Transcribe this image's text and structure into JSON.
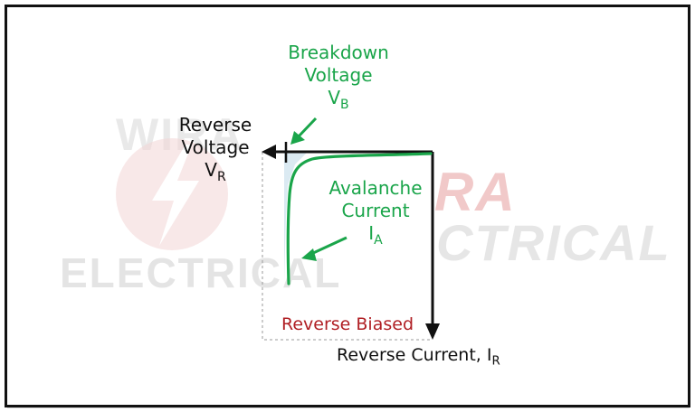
{
  "colors": {
    "curve": "#1aa54a",
    "axes": "#111111",
    "region_label": "#b01f24",
    "shade": "#cfe3ee",
    "watermark": "#e6e6e6"
  },
  "watermark": {
    "line1_left": "WIRA",
    "line1_right": "RA",
    "line2_left": "ELECTRICAL",
    "line2_right": "CTRICAL"
  },
  "labels": {
    "breakdown_line1": "Breakdown",
    "breakdown_line2": "Voltage",
    "breakdown_symbol": "V",
    "breakdown_sub": "B",
    "reverse_voltage_line1": "Reverse",
    "reverse_voltage_line2": "Voltage",
    "reverse_voltage_symbol": "V",
    "reverse_voltage_sub": "R",
    "avalanche_line1": "Avalanche",
    "avalanche_line2": "Current",
    "avalanche_symbol": "I",
    "avalanche_sub": "A",
    "region": "Reverse Biased",
    "reverse_current": "Reverse Current, I",
    "reverse_current_sub": "R"
  }
}
